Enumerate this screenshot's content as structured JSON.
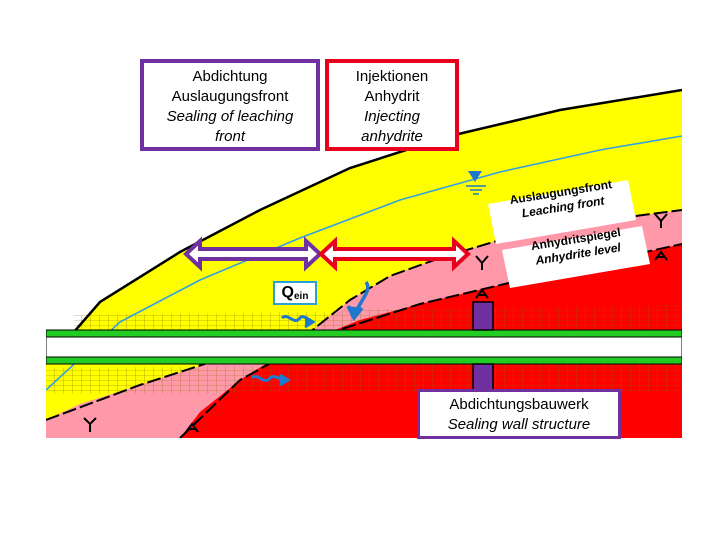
{
  "colors": {
    "overburden": "#ffff00",
    "leached_rock": "#ff99aa",
    "anhydrite": "#ff0000",
    "tunnel_lining": "#22cc22",
    "groundwater": "#33a0e0",
    "sealing_arrow": "#7030a0",
    "injecting_arrow": "#e8001c",
    "sealing_wall": "#7030a0"
  },
  "boxes": {
    "sealing": {
      "line1": "Abdichtung",
      "line2": "Auslaugungsfront",
      "line3": "Sealing of leaching",
      "line4": "front"
    },
    "injecting": {
      "line1": "Injektionen",
      "line2": "Anhydrit",
      "line3": "Injecting",
      "line4": "anhydrite"
    },
    "wall": {
      "line1": "Abdichtungsbauwerk",
      "line2": "Sealing wall structure"
    }
  },
  "labels": {
    "leaching_de": "Auslaugungsfront",
    "leaching_en": "Leaching front",
    "anhydrite_de": "Anhydritspiegel",
    "anhydrite_en": "Anhydrite level"
  },
  "flow": {
    "q_symbol": "Q",
    "q_subscript": "ein"
  },
  "icons": [
    "water-level-icon",
    "inflow-arrow-icon",
    "double-arrow-icon",
    "sealing-plug-icon",
    "contact-marker-icon"
  ]
}
